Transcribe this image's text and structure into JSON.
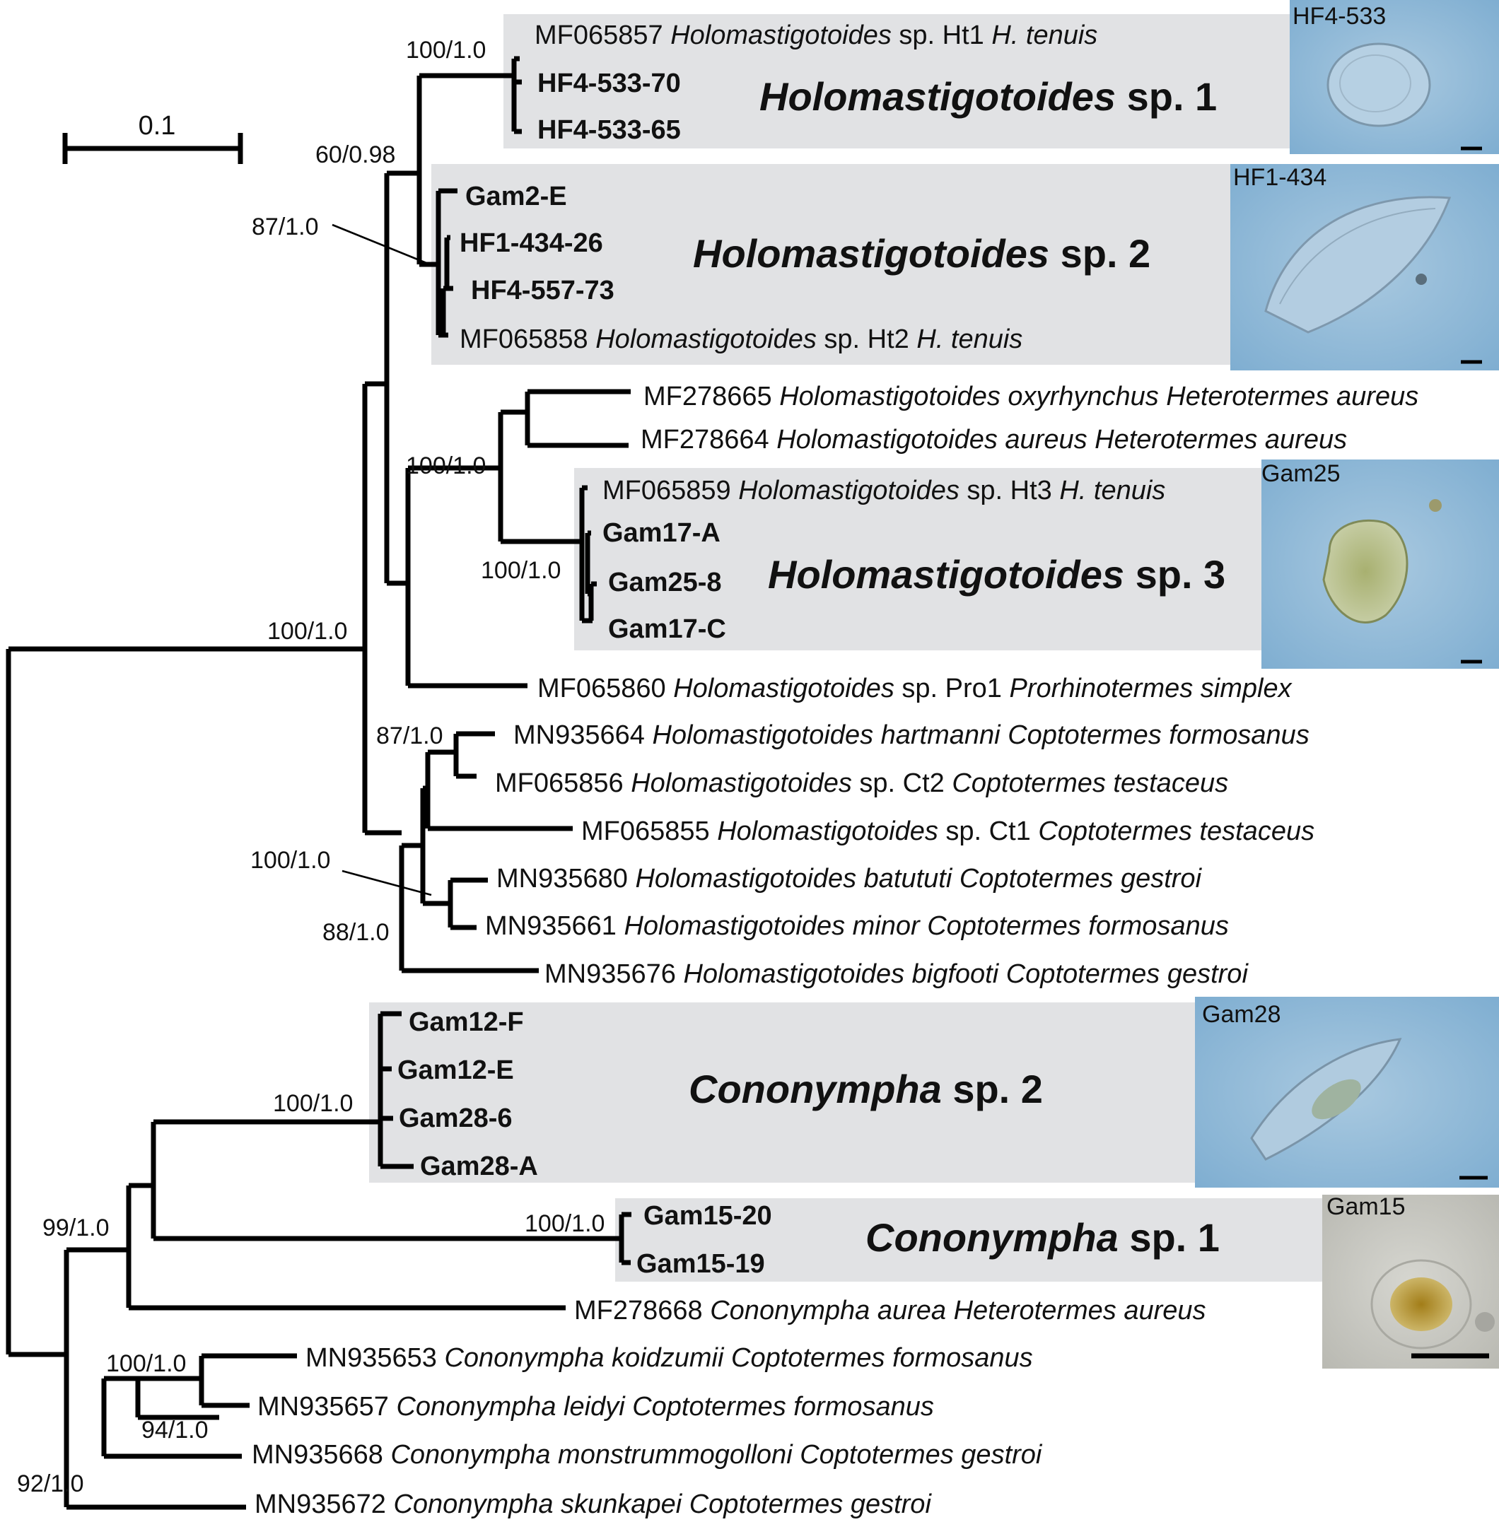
{
  "scale_bar": {
    "label": "0.1",
    "value": 0.1
  },
  "support_values": {
    "hsp1": "100/1.0",
    "s6098": "60/0.98",
    "hsp2": "87/1.0",
    "h3": "100/1.0",
    "hsp3": "100/1.0",
    "root_right": "100/1.0",
    "copto87": "87/1.0",
    "copto100": "100/1.0",
    "copto88": "88/1.0",
    "csp2": "100/1.0",
    "csp1": "100/1.0",
    "c99": "99/1.0",
    "c100": "100/1.0",
    "c94": "94/1.0",
    "c92": "92/1.0"
  },
  "groups": {
    "hsp1": {
      "genus": "Holomastigotoides",
      "suffix": " sp. 1"
    },
    "hsp2": {
      "genus": "Holomastigotoides",
      "suffix": " sp. 2"
    },
    "hsp3": {
      "genus": "Holomastigotoides",
      "suffix": " sp. 3"
    },
    "csp2": {
      "genus": "Cononympha",
      "suffix": " sp. 2"
    },
    "csp1": {
      "genus": "Cononympha",
      "suffix": " sp. 1"
    }
  },
  "photos": {
    "hf4": "HF4-533",
    "hf1": "HF1-434",
    "gam25": "Gam25",
    "gam28": "Gam28",
    "gam15": "Gam15"
  },
  "tips": {
    "t01": {
      "acc": "MF065857",
      "species": "Holomastigotoides",
      "mid": " sp. Ht1 ",
      "host": "H. tenuis"
    },
    "t02": {
      "label": "HF4-533-70"
    },
    "t03": {
      "label": "HF4-533-65"
    },
    "t04": {
      "label": "Gam2-E"
    },
    "t05": {
      "label": "HF1-434-26"
    },
    "t06": {
      "label": "HF4-557-73"
    },
    "t07": {
      "acc": "MF065858",
      "species": "Holomastigotoides",
      "mid": " sp. Ht2 ",
      "host": "H. tenuis"
    },
    "t08": {
      "acc": "MF278665",
      "species": "Holomastigotoides oxyrhynchus",
      "mid": " ",
      "host": "Heterotermes aureus"
    },
    "t09": {
      "acc": "MF278664",
      "species": "Holomastigotoides aureus",
      "mid": " ",
      "host": "Heterotermes aureus"
    },
    "t10": {
      "acc": "MF065859",
      "species": "Holomastigotoides",
      "mid": " sp. Ht3 ",
      "host": "H. tenuis"
    },
    "t11": {
      "label": "Gam17-A"
    },
    "t12": {
      "label": "Gam25-8"
    },
    "t13": {
      "label": "Gam17-C"
    },
    "t14": {
      "acc": "MF065860",
      "species": "Holomastigotoides",
      "mid": " sp. Pro1 ",
      "host": "Prorhinotermes simplex"
    },
    "t15": {
      "acc": "MN935664",
      "species": "Holomastigotoides hartmanni",
      "mid": " ",
      "host": "Coptotermes formosanus"
    },
    "t16": {
      "acc": "MF065856",
      "species": "Holomastigotoides",
      "mid": " sp. Ct2 ",
      "host": "Coptotermes testaceus"
    },
    "t17": {
      "acc": "MF065855",
      "species": "Holomastigotoides",
      "mid": " sp. Ct1 ",
      "host": "Coptotermes testaceus"
    },
    "t18": {
      "acc": "MN935680",
      "species": "Holomastigotoides batututi",
      "mid": " ",
      "host": "Coptotermes gestroi"
    },
    "t19": {
      "acc": "MN935661",
      "species": "Holomastigotoides minor",
      "mid": " ",
      "host": "Coptotermes formosanus"
    },
    "t20": {
      "acc": "MN935676",
      "species": "Holomastigotoides bigfooti",
      "mid": " ",
      "host": "Coptotermes gestroi"
    },
    "t21": {
      "label": "Gam12-F"
    },
    "t22": {
      "label": "Gam12-E"
    },
    "t23": {
      "label": "Gam28-6"
    },
    "t24": {
      "label": "Gam28-A"
    },
    "t25": {
      "label": "Gam15-20"
    },
    "t26": {
      "label": "Gam15-19"
    },
    "t27": {
      "acc": "MF278668",
      "species": "Cononympha aurea",
      "mid": " ",
      "host": "Heterotermes aureus"
    },
    "t28": {
      "acc": "MN935653",
      "species": "Cononympha koidzumii",
      "mid": " ",
      "host": "Coptotermes formosanus"
    },
    "t29": {
      "acc": "MN935657",
      "species": "Cononympha leidyi",
      "mid": " ",
      "host": "Coptotermes formosanus"
    },
    "t30": {
      "acc": "MN935668",
      "species": "Cononympha monstrummogolloni",
      "mid": " ",
      "host": "Coptotermes gestroi"
    },
    "t31": {
      "acc": "MN935672",
      "species": "Cononympha skunkapei",
      "mid": " ",
      "host": "Coptotermes gestroi"
    }
  },
  "colors": {
    "box": "#e1e2e4",
    "photo_blue": "#8db6d6",
    "photo_gray": "#c9c9c3"
  }
}
